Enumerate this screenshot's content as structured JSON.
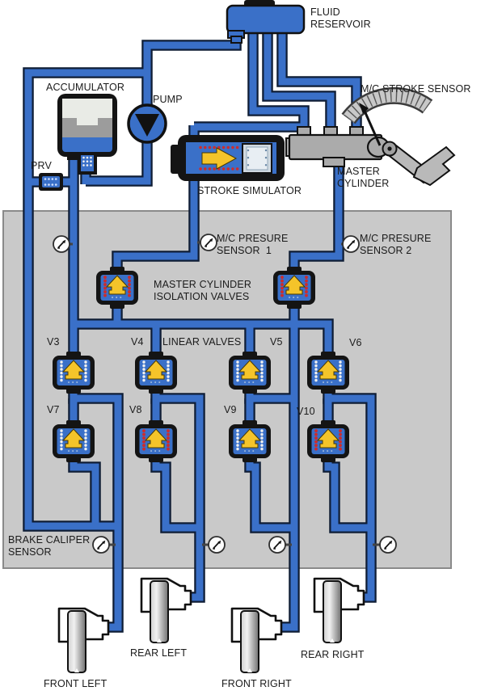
{
  "diagram": {
    "labels": {
      "fluid_reservoir": "FLUID\nRESERVOIR",
      "accumulator": "ACCUMULATOR",
      "pump": "PUMP",
      "prv": "PRV",
      "mc_stroke_sensor": "M/C STROKE SENSOR",
      "master_cylinder": "MASTER\nCYLINDER",
      "stroke_simulator": "STROKE SIMULATOR",
      "mc_pressure_sensor_1": "M/C PRESURE\nSENSOR  1",
      "mc_pressure_sensor_2": "M/C PRESURE\nSENSOR 2",
      "mc_isolation_valves": "MASTER CYLINDER\nISOLATION VALVES",
      "linear_valves": "LINEAR VALVES",
      "brake_caliper_sensor": "BRAKE CALIPER\nSENSOR",
      "front_left": "FRONT LEFT",
      "rear_left": "REAR LEFT",
      "front_right": "FRONT RIGHT",
      "rear_right": "REAR RIGHT"
    },
    "valve_labels": {
      "v3": "V3",
      "v4": "V4",
      "v5": "V5",
      "v6": "V6",
      "v7": "V7",
      "v8": "V8",
      "v9": "V9",
      "v10": "V10"
    },
    "colors": {
      "pipe_fluid": "#3a70c8",
      "pipe_outline": "#0f1d35",
      "panel_gray": "#c9c9c9",
      "valve_body_black": "#141414",
      "valve_arrow_yellow": "#f4c42a",
      "coil_dot_red": "#cf2b2b",
      "coil_dot_white": "#f0f0f0",
      "metal_gray": "#ababab"
    }
  }
}
